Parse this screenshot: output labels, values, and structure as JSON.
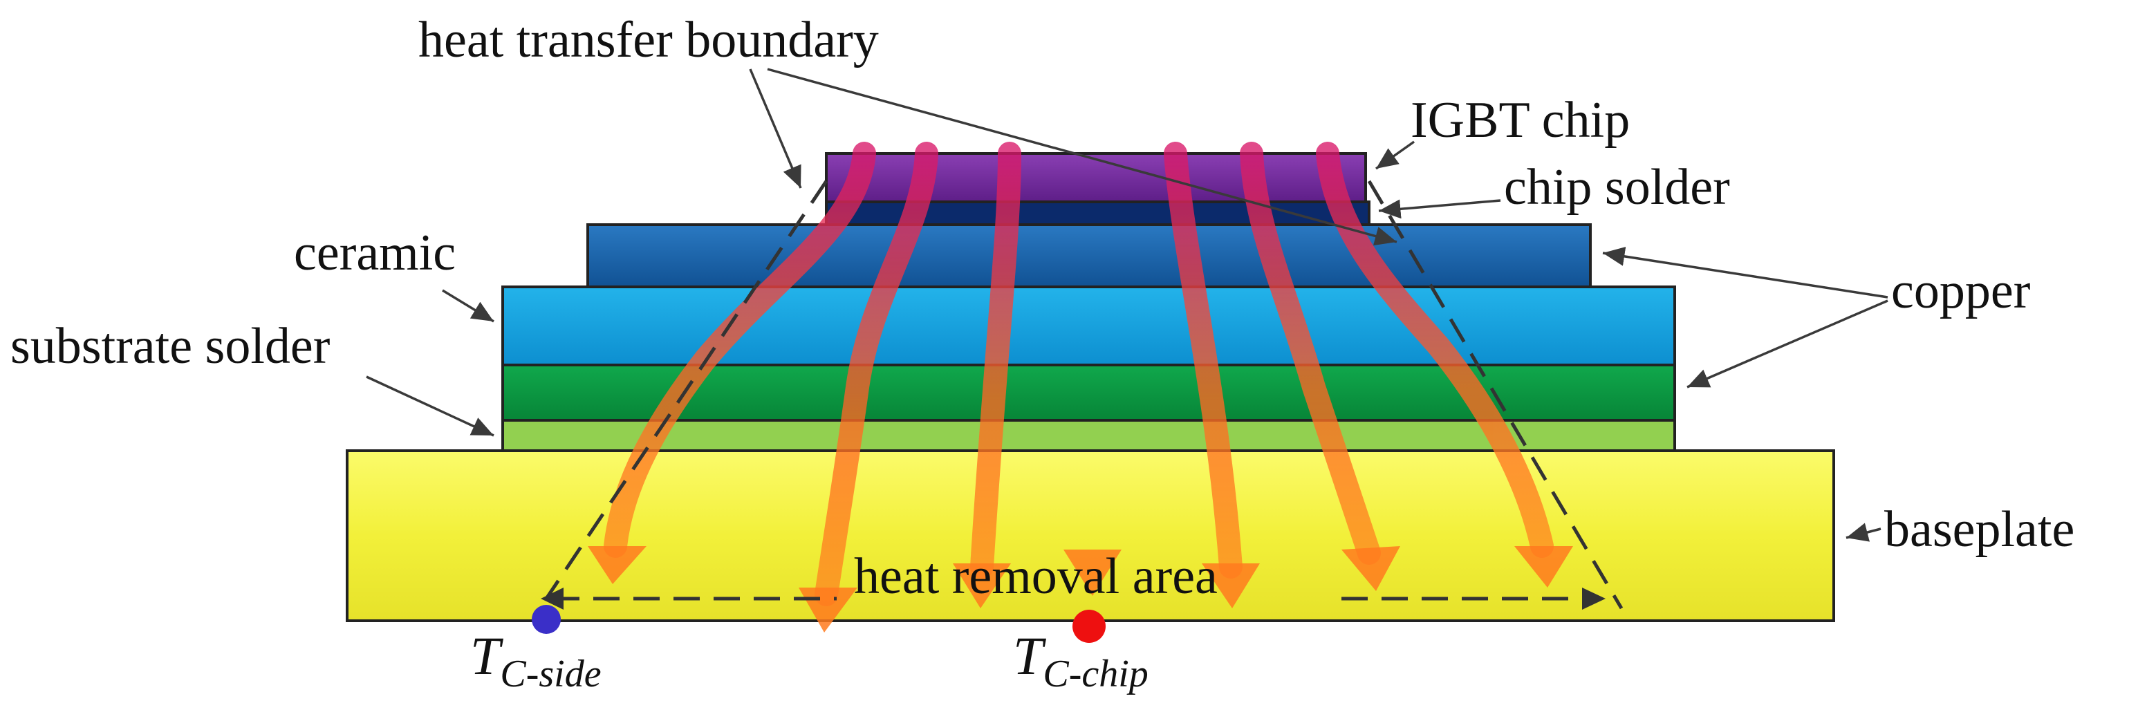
{
  "labels": {
    "heat_transfer_boundary": "heat transfer boundary",
    "igbt_chip": "IGBT chip",
    "chip_solder": "chip solder",
    "ceramic": "ceramic",
    "copper": "copper",
    "substrate_solder": "substrate solder",
    "baseplate": "baseplate",
    "heat_removal_area": "heat removal area"
  },
  "temps": {
    "side_main": "T",
    "side_sub": "C-side",
    "chip_main": "T",
    "chip_sub": "C-chip"
  },
  "colors": {
    "igbt_chip": "#7b2fa0",
    "chip_solder": "#0b2a6b",
    "copper": "#1c66b0",
    "ceramic": "#1aa8e0",
    "copper_bottom": "#0a9a45",
    "substrate_solder": "#92d050",
    "baseplate": "#f4f23c",
    "heat_arrow": "#ff7a1e",
    "side_point": "#3a2fc8",
    "chip_point": "#ee1010"
  }
}
